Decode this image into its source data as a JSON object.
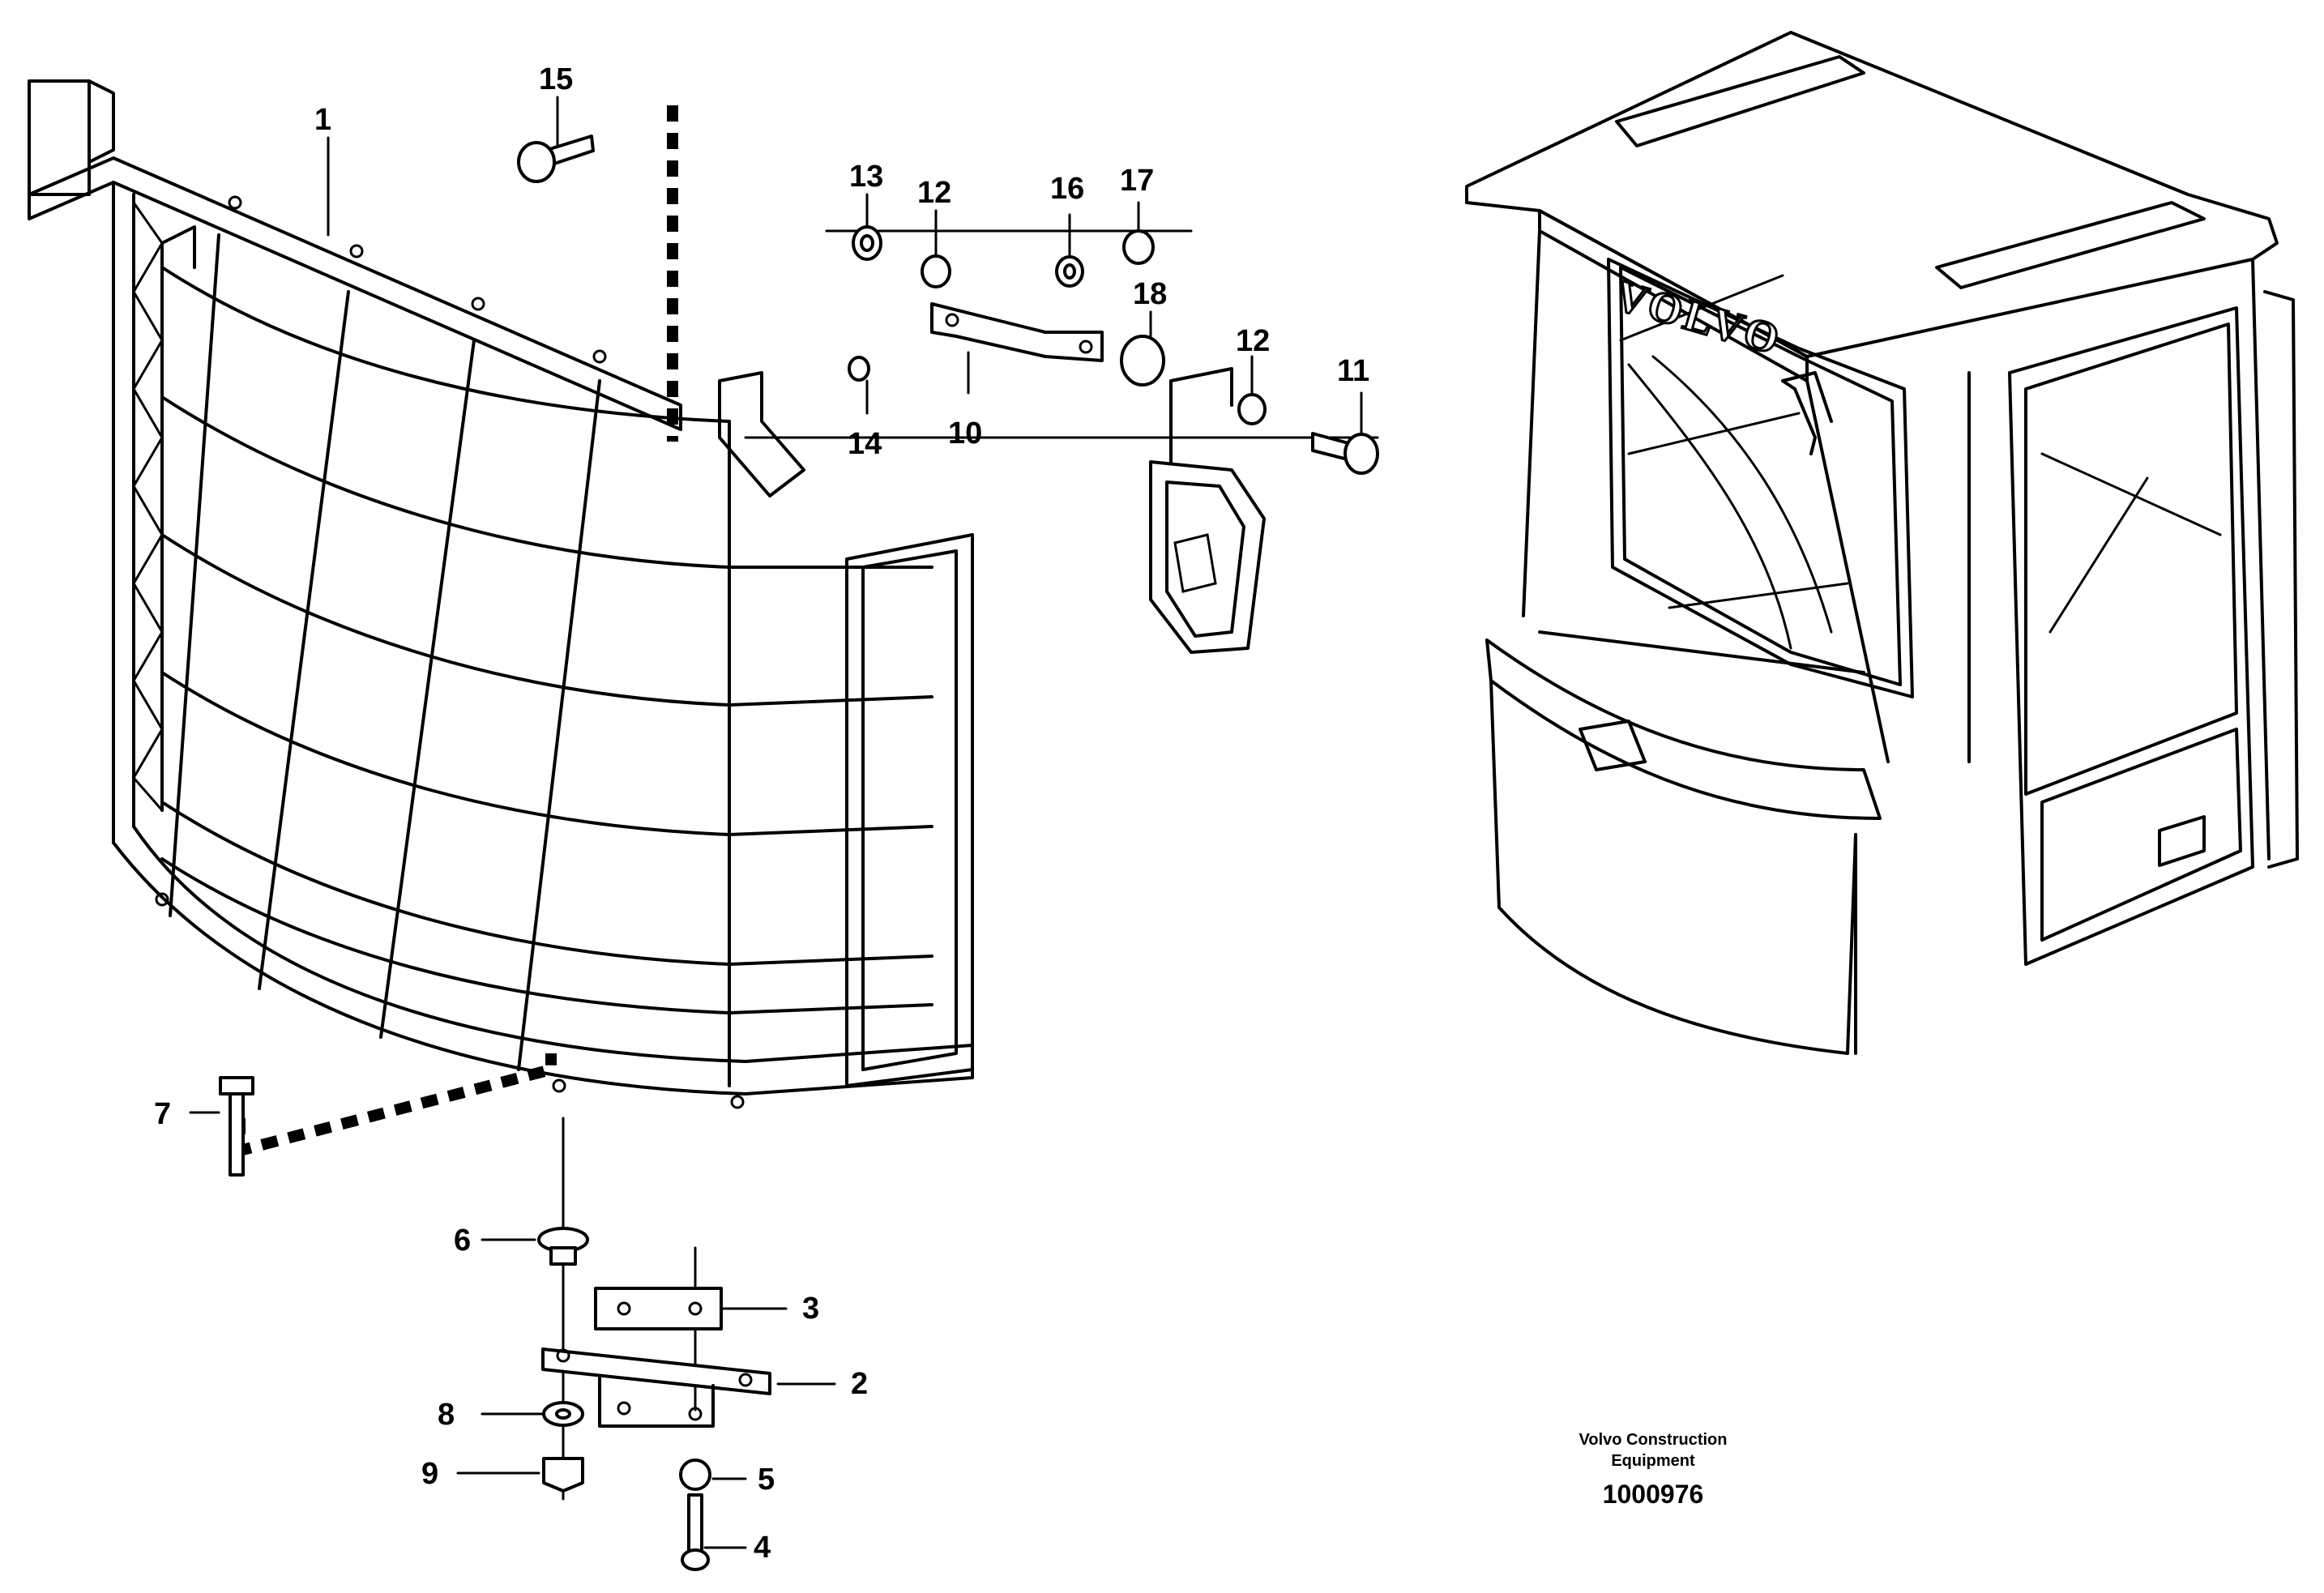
{
  "diagram": {
    "callouts": [
      "1",
      "2",
      "3",
      "4",
      "5",
      "6",
      "7",
      "8",
      "9",
      "10",
      "11",
      "12",
      "12",
      "13",
      "14",
      "15",
      "16",
      "17",
      "18"
    ],
    "cab_brand": "VOLVO"
  },
  "footer": {
    "credit_line1": "Volvo Construction",
    "credit_line2": "Equipment",
    "document_number": "1000976"
  }
}
